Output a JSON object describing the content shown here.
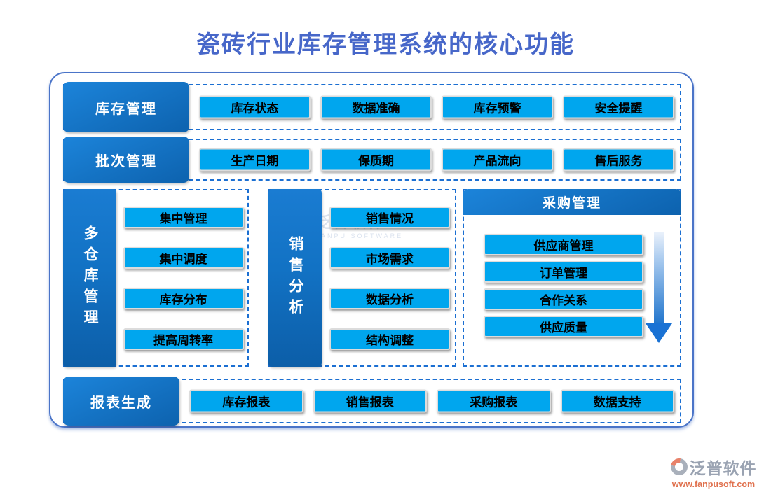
{
  "title": "瓷砖行业库存管理系统的核心功能",
  "rows": [
    {
      "label": "库存管理",
      "items": [
        "库存状态",
        "数据准确",
        "库存预警",
        "安全提醒"
      ]
    },
    {
      "label": "批次管理",
      "items": [
        "生产日期",
        "保质期",
        "产品流向",
        "售后服务"
      ]
    }
  ],
  "groups": [
    {
      "label": "多仓库管理",
      "items": [
        "集中管理",
        "集中调度",
        "库存分布",
        "提高周转率"
      ]
    },
    {
      "label": "销售分析",
      "items": [
        "销售情况",
        "市场需求",
        "数据分析",
        "结构调整"
      ]
    },
    {
      "label": "采购管理",
      "items": [
        "供应商管理",
        "订单管理",
        "合作关系",
        "供应质量"
      ]
    }
  ],
  "bottom_row": {
    "label": "报表生成",
    "items": [
      "库存报表",
      "销售报表",
      "采购报表",
      "数据支持"
    ]
  },
  "watermark": {
    "name": "泛普软件",
    "sub": "FANPU SOFTWARE"
  },
  "brand": {
    "name": "泛普软件",
    "url": "www.fanpusoft.com"
  },
  "colors": {
    "title": "#4767c9",
    "dark_box_gradient_start": "#1c84da",
    "dark_box_gradient_end": "#0d62ae",
    "chip_blue": "#00a6ee",
    "dashed_border": "#1b6fd2",
    "container_border": "#4a74c8",
    "arrow_blue": "#1a72d4",
    "brand_gray": "#9aa3b2",
    "brand_orange": "#e0714e"
  }
}
